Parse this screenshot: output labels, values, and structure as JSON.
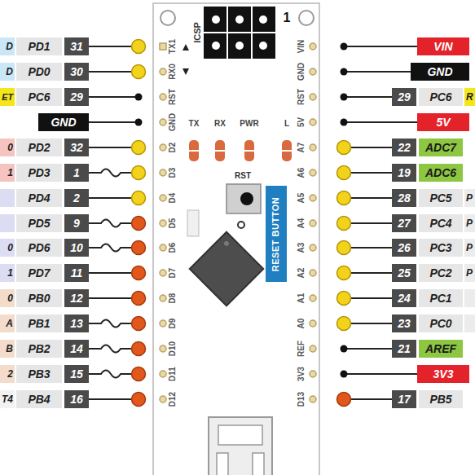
{
  "diagram": {
    "nodes": [
      {
        "text": [
          "D"
        ]
      },
      {
        "text": [
          "PD1"
        ]
      },
      {
        "text": [
          "31"
        ]
      },
      {
        "text": [
          "VIN"
        ]
      },
      {
        "text": [
          "D"
        ]
      },
      {
        "text": [
          "PD0"
        ]
      },
      {
        "text": [
          "30"
        ]
      },
      {
        "text": [
          "GND"
        ]
      },
      {
        "text": [
          "ET"
        ]
      },
      {
        "text": [
          "PC6"
        ]
      },
      {
        "text": [
          "29"
        ]
      },
      {
        "text": [
          "29"
        ]
      },
      {
        "text": [
          "PC6"
        ]
      },
      {
        "text": [
          "R"
        ]
      },
      {
        "text": [
          "GND"
        ]
      },
      {
        "text": [
          "5V"
        ]
      },
      {
        "text": [
          "0"
        ]
      },
      {
        "text": [
          "PD2"
        ]
      },
      {
        "text": [
          "32"
        ]
      },
      {
        "text": [
          "22"
        ]
      },
      {
        "text": [
          "ADC7"
        ]
      },
      {
        "text": [
          "1"
        ]
      },
      {
        "text": [
          "PD3"
        ]
      },
      {
        "text": [
          "1"
        ]
      },
      {
        "text": [
          "19"
        ]
      },
      {
        "text": [
          "ADC6"
        ]
      },
      {
        "text": [
          "PD4"
        ]
      },
      {
        "text": [
          "2"
        ]
      },
      {
        "text": [
          "RESET BUTTON"
        ]
      },
      {
        "text": [
          "28"
        ]
      },
      {
        "text": [
          "PC5"
        ]
      },
      {
        "text": [
          "P"
        ]
      },
      {
        "text": [
          "PD5"
        ]
      },
      {
        "text": [
          "9"
        ]
      },
      {
        "text": [
          "27"
        ]
      },
      {
        "text": [
          "PC4"
        ]
      },
      {
        "text": [
          "P"
        ]
      },
      {
        "text": [
          "0"
        ]
      },
      {
        "text": [
          "PD6"
        ]
      },
      {
        "text": [
          "10"
        ]
      },
      {
        "text": [
          "26"
        ]
      },
      {
        "text": [
          "PC3"
        ]
      },
      {
        "text": [
          "P"
        ]
      },
      {
        "text": [
          "1"
        ]
      },
      {
        "text": [
          "PD7"
        ]
      },
      {
        "text": [
          "11"
        ]
      },
      {
        "text": [
          "25"
        ]
      },
      {
        "text": [
          "PC2"
        ]
      },
      {
        "text": [
          "P"
        ]
      },
      {
        "text": [
          "0"
        ]
      },
      {
        "text": [
          "PB0"
        ]
      },
      {
        "text": [
          "12"
        ]
      },
      {
        "text": [
          "24"
        ]
      },
      {
        "text": [
          "PC1"
        ]
      },
      {
        "text": [
          "A"
        ]
      },
      {
        "text": [
          "PB1"
        ]
      },
      {
        "text": [
          "13"
        ]
      },
      {
        "text": [
          "23"
        ]
      },
      {
        "text": [
          "PC0"
        ]
      },
      {
        "text": [
          "B"
        ]
      },
      {
        "text": [
          "PB2"
        ]
      },
      {
        "text": [
          "14"
        ]
      },
      {
        "text": [
          "21"
        ]
      },
      {
        "text": [
          "AREF"
        ]
      },
      {
        "text": [
          "2"
        ]
      },
      {
        "text": [
          "PB3"
        ]
      },
      {
        "text": [
          "15"
        ]
      },
      {
        "text": [
          "3V3"
        ]
      },
      {
        "text": [
          "T4"
        ]
      },
      {
        "text": [
          "PB4"
        ]
      },
      {
        "text": [
          "16"
        ]
      },
      {
        "text": [
          "17"
        ]
      },
      {
        "text": [
          "PB5"
        ]
      }
    ],
    "labels": [
      "ICSP",
      "1",
      "TX1",
      "RX0",
      "RST",
      "GND",
      "D2",
      "D3",
      "D4",
      "D5",
      "D6",
      "D7",
      "D8",
      "D9",
      "D10",
      "D11",
      "D12",
      "VIN",
      "GND",
      "RST",
      "5V",
      "A7",
      "A6",
      "A5",
      "A4",
      "A3",
      "A2",
      "A1",
      "A0",
      "REF",
      "3V3",
      "D13",
      "TX",
      "RX",
      "PWR",
      "L",
      "RST"
    ]
  }
}
